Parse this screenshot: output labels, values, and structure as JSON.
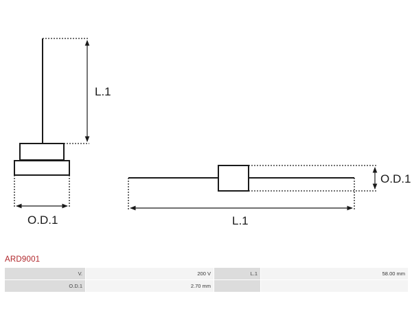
{
  "diagram": {
    "left_length_label": "L.1",
    "left_diameter_label": "O.D.1",
    "right_length_label": "L.1",
    "right_diameter_label": "O.D.1"
  },
  "part_code": "ARD9001",
  "specs": {
    "row1": {
      "label_a": "V.",
      "value_a": "200 V",
      "label_b": "L.1",
      "value_b": "58.00 mm"
    },
    "row2": {
      "label_a": "O.D.1",
      "value_a": "2.70 mm",
      "label_b": "",
      "value_b": ""
    }
  },
  "colors": {
    "line": "#1a1a1a",
    "part_code": "#b0252a",
    "table_label_bg": "#dcdcdc",
    "table_value_bg": "#f4f4f4"
  }
}
